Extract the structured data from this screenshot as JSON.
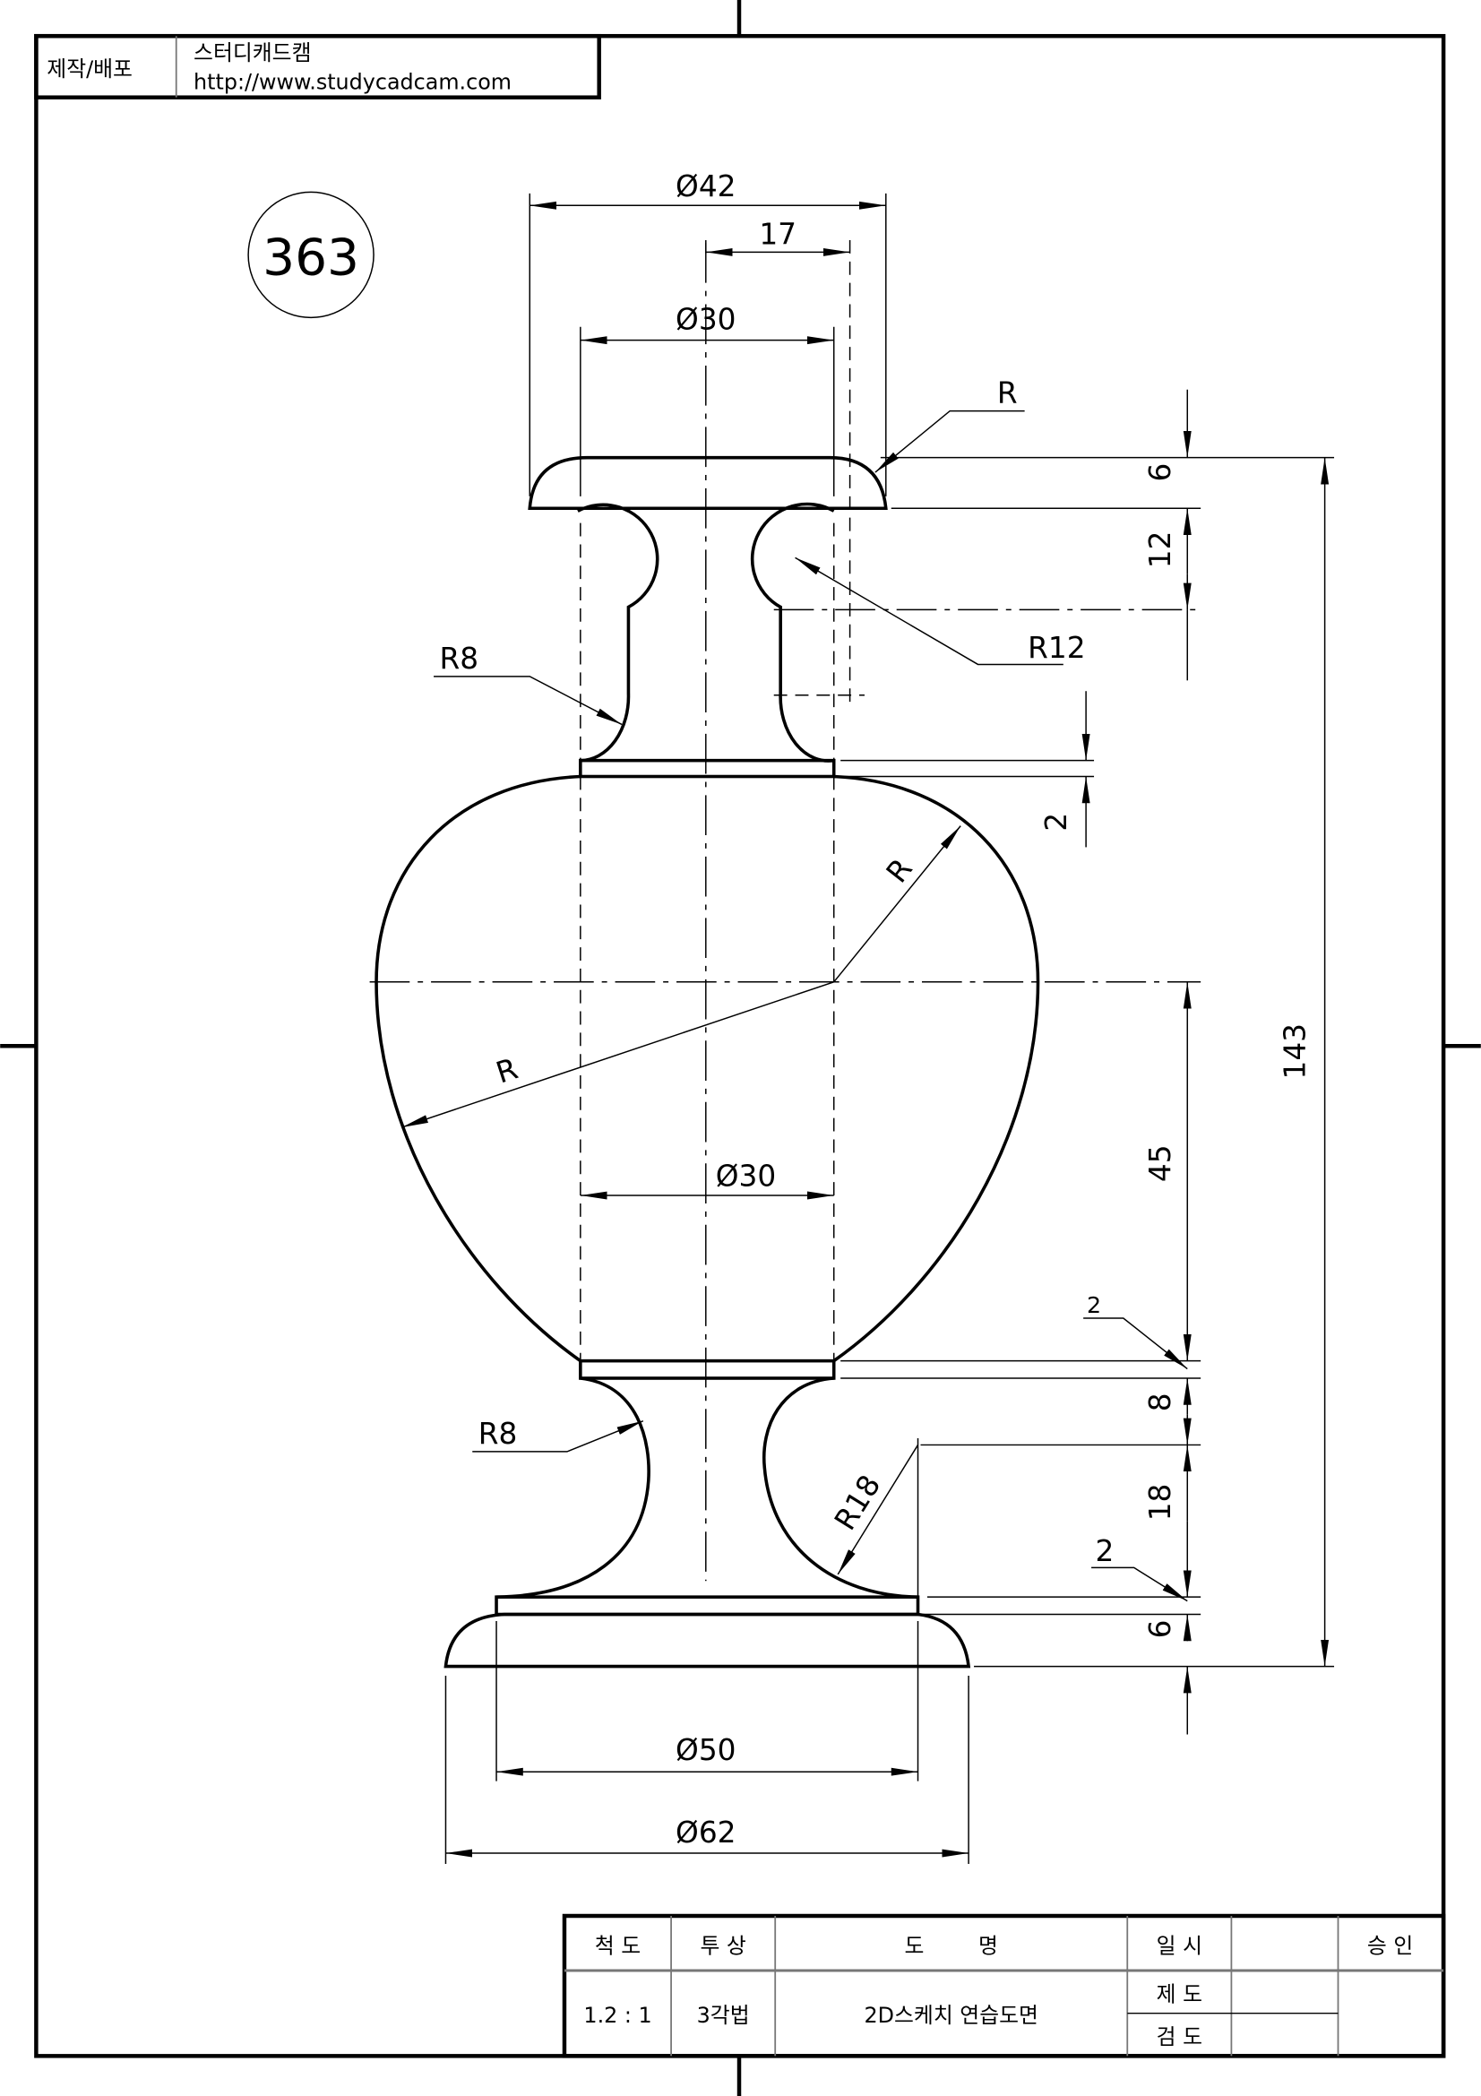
{
  "header": {
    "label": "제작/배포",
    "company": "스터디캐드캠",
    "url": "http://www.studycadcam.com"
  },
  "drawing_number": "363",
  "dimensions": {
    "dia_top": "Ø42",
    "offset_17": "17",
    "dia_neck": "Ø30",
    "r_cap": "R",
    "h6_top": "6",
    "h12": "12",
    "r12": "R12",
    "r8_top": "R8",
    "h2_upper": "2",
    "r_body_upper": "R",
    "r_body_lower": "R",
    "h143": "143",
    "h45": "45",
    "dia_body": "Ø30",
    "h2_mid": "2",
    "h8": "8",
    "r8_bottom": "R8",
    "r18": "R18",
    "h18": "18",
    "h2_low": "2",
    "h6_bottom": "6",
    "dia_50": "Ø50",
    "dia_62": "Ø62"
  },
  "title_block": {
    "scale_label": "척 도",
    "projection_label": "투 상",
    "name_label": "도        명",
    "date_label": "일 시",
    "approve_label": "승 인",
    "scale_value": "1.2 : 1",
    "projection_value": "3각법",
    "name_value": "2D스케치 연습도면",
    "drafted_label": "제 도",
    "checked_label": "검 도"
  }
}
